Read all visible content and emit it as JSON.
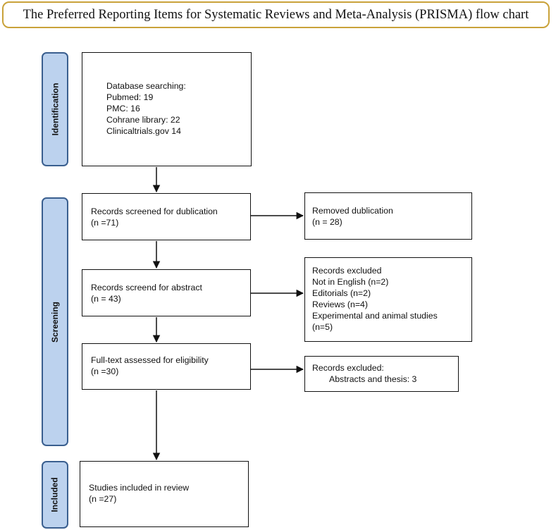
{
  "title": "The Preferred Reporting Items for Systematic Reviews and Meta-Analysis (PRISMA) flow chart",
  "phases": {
    "identification": "Identification",
    "screening": "Screening",
    "included": "Included"
  },
  "boxes": {
    "database_searching": {
      "lines": [
        "Database searching:",
        "Pubmed: 19",
        "PMC: 16",
        "Cohrane library: 22",
        "Clinicaltrials.gov 14"
      ]
    },
    "screened_duplication": {
      "lines": [
        "Records screened for dublication",
        "(n =71)"
      ]
    },
    "removed_duplication": {
      "lines": [
        "Removed dublication",
        "(n = 28)"
      ]
    },
    "screened_abstract": {
      "lines": [
        "Records screend for abstract",
        "(n = 43)"
      ]
    },
    "excluded_abstract": {
      "lines": [
        "Records excluded",
        "Not in English (n=2)",
        "Editorials (n=2)",
        "Reviews (n=4)",
        "Experimental and animal studies",
        "(n=5)"
      ]
    },
    "fulltext_assessed": {
      "lines": [
        "Full-text assessed for eligibility",
        "(n =30)"
      ]
    },
    "excluded_fulltext": {
      "lines": [
        "Records excluded:",
        "Abstracts and thesis: 3"
      ]
    },
    "included": {
      "lines": [
        "Studies included in review",
        "(n =27)"
      ]
    }
  },
  "colors": {
    "title_border": "#c9a23a",
    "phase_fill": "#bcd2ee",
    "phase_border": "#3a5f8f",
    "box_border": "#111111"
  }
}
